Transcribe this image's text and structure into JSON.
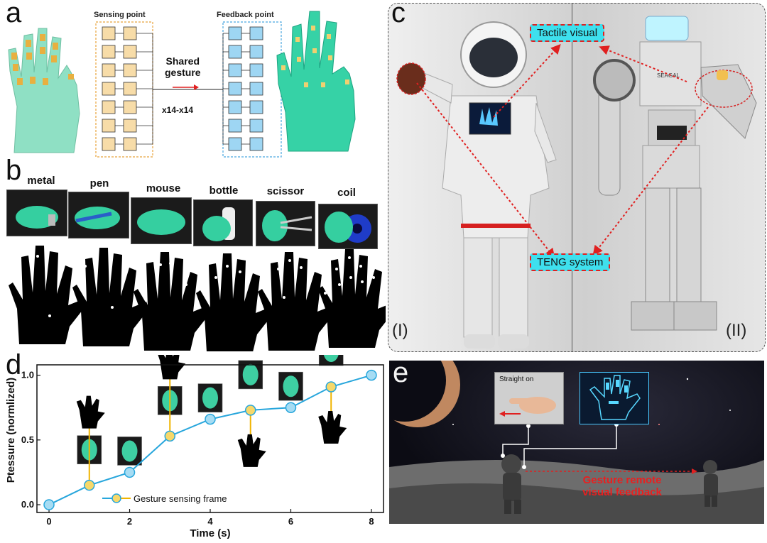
{
  "panels": {
    "a": "a",
    "b": "b",
    "c": "c",
    "d": "d",
    "e": "e"
  },
  "panel_a": {
    "sensing_label": "Sensing point",
    "feedback_label": "Feedback point",
    "shared_line1": "Shared",
    "shared_line2": "gesture",
    "channels": "x14-x14"
  },
  "panel_b": {
    "objects": [
      "metal",
      "pen",
      "mouse",
      "bottle",
      "scissor",
      "coil"
    ]
  },
  "panel_c": {
    "tactile_visual": "Tactile visual",
    "teng_system": "TENG system",
    "robot_text": "SEAGAL",
    "left_label": "(I)",
    "right_label": "(II)"
  },
  "panel_e": {
    "straight_on": "Straight on",
    "caption_line1": "Gesture remote",
    "caption_line2": "visual feedback"
  },
  "chart_data": {
    "type": "line",
    "x": [
      0,
      1,
      2,
      3,
      4,
      5,
      6,
      7,
      8
    ],
    "series": [
      {
        "name": "Gesture sensing frame",
        "values": [
          0.0,
          0.15,
          0.25,
          0.53,
          0.66,
          0.73,
          0.75,
          0.91,
          1.0
        ]
      }
    ],
    "xlabel": "Time (s)",
    "ylabel": "Ptessure (normlized)",
    "xlim": [
      -0.3,
      8.3
    ],
    "ylim": [
      -0.06,
      1.08
    ],
    "xticks": [
      "0",
      "2",
      "4",
      "6",
      "8"
    ],
    "yticks": [
      "0.0",
      "0.5",
      "1.0"
    ],
    "legend": "bottom-center",
    "colors": {
      "line": "#27a6dc",
      "odd_marker": "#f7d86a",
      "even_marker": "#a6dcf3",
      "link": "#f0b400"
    }
  }
}
